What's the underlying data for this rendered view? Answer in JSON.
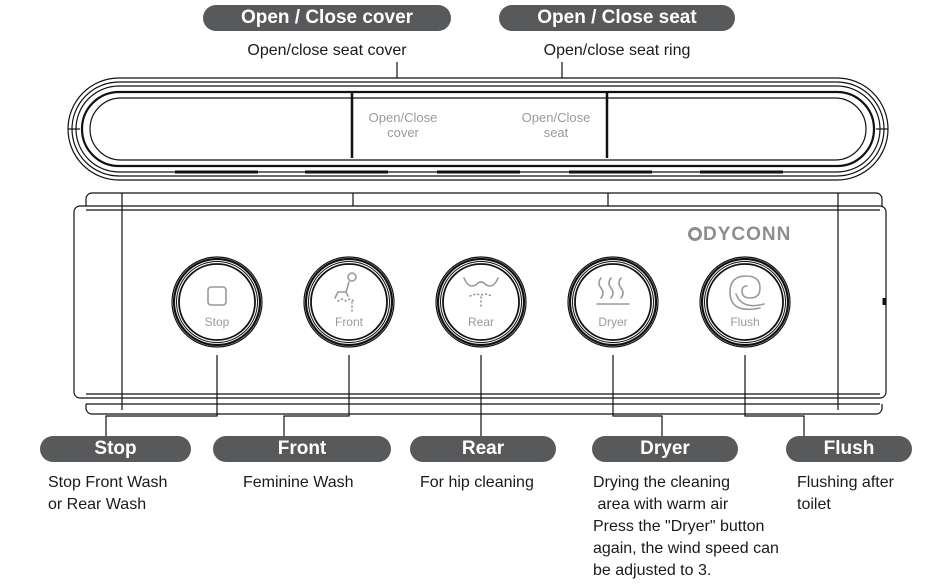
{
  "top_callouts": [
    {
      "title": "Open / Close cover",
      "description": "Open/close seat cover"
    },
    {
      "title": "Open / Close seat",
      "description": "Open/close seat ring"
    }
  ],
  "top_panel": {
    "cover_label_line1": "Open/Close",
    "cover_label_line2": "cover",
    "seat_label_line1": "Open/Close",
    "seat_label_line2": "seat"
  },
  "brand": {
    "icon": "dyconn-logo-icon",
    "name": "DYCONN"
  },
  "buttons": [
    {
      "label": "Stop",
      "icon": "stop-square-icon"
    },
    {
      "label": "Front",
      "icon": "front-wash-person-icon"
    },
    {
      "label": "Rear",
      "icon": "rear-wash-icon"
    },
    {
      "label": "Dryer",
      "icon": "dryer-heat-waves-icon"
    },
    {
      "label": "Flush",
      "icon": "flush-swirl-icon"
    }
  ],
  "bottom_callouts": [
    {
      "title": "Stop",
      "description": "Stop Front Wash\nor Rear Wash"
    },
    {
      "title": "Front",
      "description": "Feminine Wash"
    },
    {
      "title": "Rear",
      "description": "For hip cleaning"
    },
    {
      "title": "Dryer",
      "description": "Drying the cleaning\n area with warm air\nPress the \"Dryer\" button\nagain, the wind speed can\nbe adjusted to 3."
    },
    {
      "title": "Flush",
      "description": "Flushing after\ntoilet"
    }
  ],
  "colors": {
    "pill": "#58595b",
    "icon_gray": "#9a9a9a",
    "line": "#111111"
  }
}
